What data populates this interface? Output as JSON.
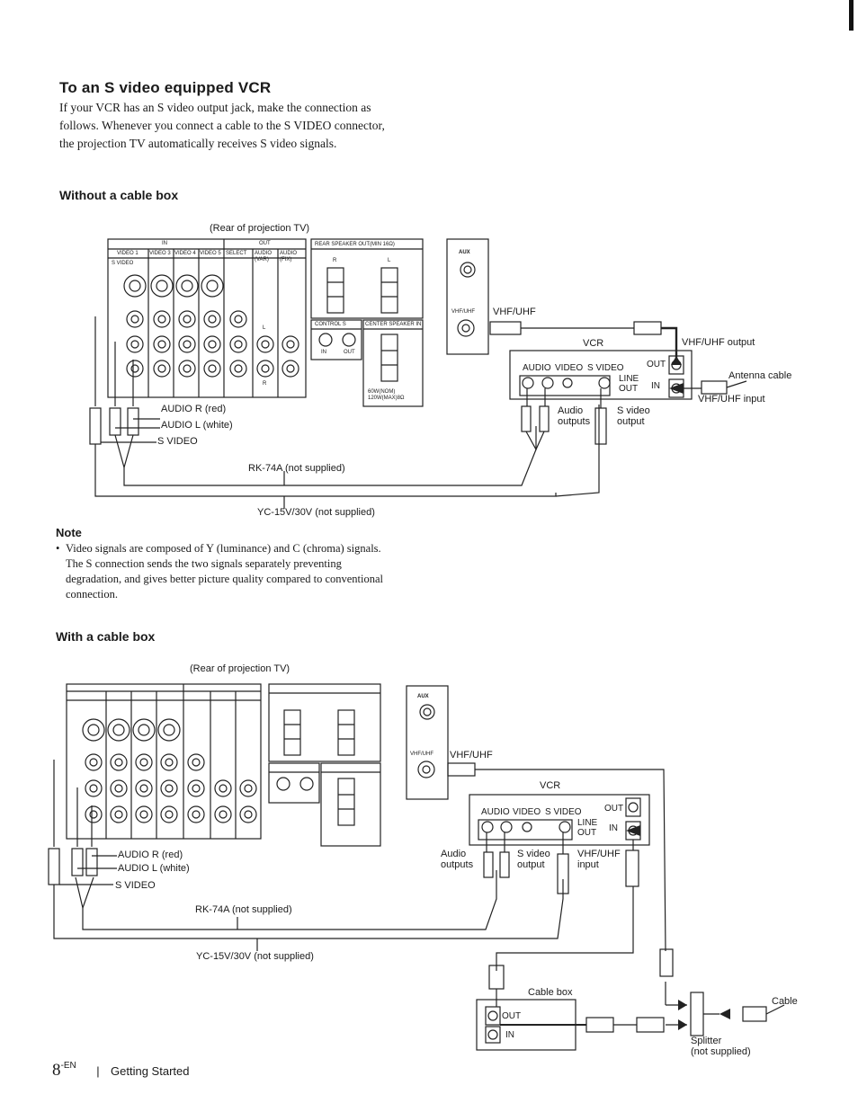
{
  "section": {
    "title": "To an S video equipped VCR",
    "intro": "If your VCR has an S video output jack, make the connection as follows. Whenever you connect a cable to the S VIDEO connector, the projection TV automatically receives S video signals."
  },
  "diagram1": {
    "heading": "Without a cable box",
    "rear_caption": "(Rear of projection TV)",
    "panel": {
      "in": "IN",
      "out": "OUT",
      "video1": "VIDEO 1",
      "video3": "VIDEO 3",
      "video4": "VIDEO 4",
      "video5": "VIDEO 5",
      "select": "SELECT",
      "audio_var": "AUDIO (VAR)",
      "audio_fix": "AUDIO (FIX)",
      "svideo": "S VIDEO",
      "l": "L",
      "r": "R",
      "rear_speaker": "REAR SPEAKER OUT(MIN 16Ω)",
      "spk_r": "R",
      "spk_l": "L",
      "control_s": "CONTROL S",
      "center_speaker": "CENTER SPEAKER IN",
      "cs_in": "IN",
      "cs_out": "OUT",
      "power": "60W(NOM) 120W(MAX)8Ω"
    },
    "aux": "AUX",
    "vhf_small": "VHF/UHF",
    "vhf": "VHF/UHF",
    "vcr": {
      "title": "VCR",
      "audio": "AUDIO",
      "video": "VIDEO",
      "svideo": "S VIDEO",
      "line": "LINE",
      "out_line": "OUT",
      "out": "OUT",
      "in": "IN"
    },
    "labels": {
      "vhf_output": "VHF/UHF output",
      "antenna": "Antenna cable",
      "vhf_input": "VHF/UHF input",
      "audio_outputs_1": "Audio",
      "audio_outputs_2": "outputs",
      "svideo_output_1": "S video",
      "svideo_output_2": "output",
      "audio_r": "AUDIO R (red)",
      "audio_l": "AUDIO L (white)",
      "svideo": "S VIDEO",
      "rk74a": "RK-74A (not supplied)",
      "yc15v": "YC-15V/30V (not supplied)"
    }
  },
  "note": {
    "title": "Note",
    "text": "Video signals are composed of Y (luminance) and C (chroma) signals. The S connection sends the two signals separately preventing degradation, and gives better picture quality compared to conventional connection."
  },
  "diagram2": {
    "heading": "With a cable box",
    "rear_caption": "(Rear of projection TV)",
    "aux": "AUX",
    "vhf_small": "VHF/UHF",
    "vhf": "VHF/UHF",
    "vcr": {
      "title": "VCR",
      "audio": "AUDIO",
      "video": "VIDEO",
      "svideo": "S VIDEO",
      "line": "LINE",
      "out_line": "OUT",
      "out": "OUT",
      "in": "IN"
    },
    "labels": {
      "audio_outputs_1": "Audio",
      "audio_outputs_2": "outputs",
      "svideo_output_1": "S video",
      "svideo_output_2": "output",
      "vhf_input_1": "VHF/UHF",
      "vhf_input_2": "input",
      "audio_r": "AUDIO R (red)",
      "audio_l": "AUDIO L (white)",
      "svideo": "S VIDEO",
      "rk74a": "RK-74A (not supplied)",
      "yc15v": "YC-15V/30V (not supplied)",
      "cable_box": "Cable box",
      "cb_out": "OUT",
      "cb_in": "IN",
      "cable": "Cable",
      "splitter_1": "Splitter",
      "splitter_2": "(not supplied)"
    }
  },
  "footer": {
    "page": "8",
    "suffix": "-EN",
    "section": "Getting Started"
  }
}
